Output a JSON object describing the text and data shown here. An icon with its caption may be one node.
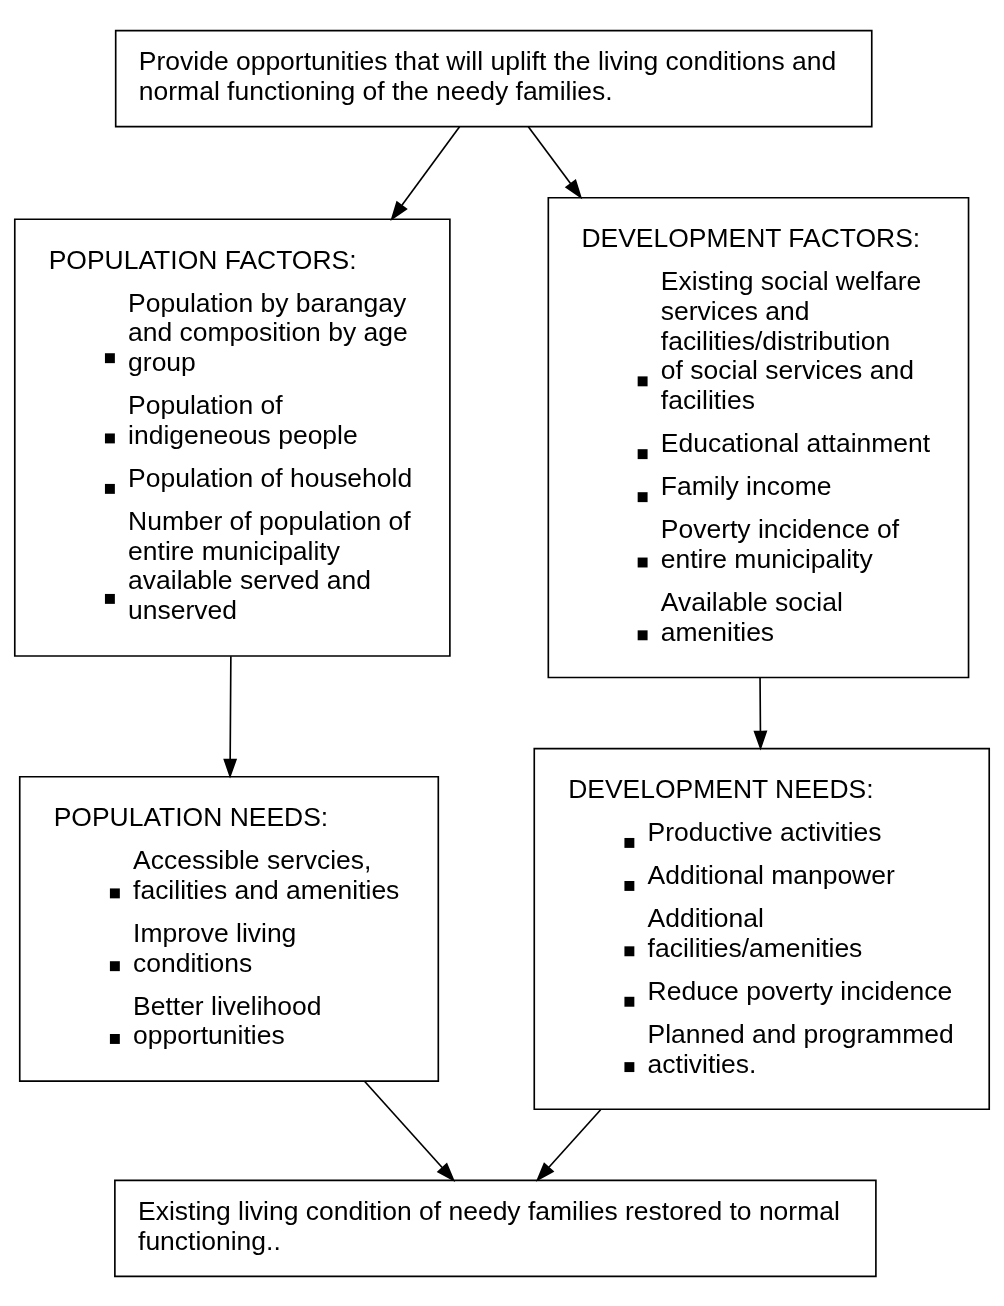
{
  "diagram": {
    "nodes": [
      {
        "text": [
          "Provide opportunities that will uplift the living conditions and normal functioning of the needy families."
        ]
      },
      {
        "text": [
          "POPULATION FACTORS:",
          "Population by barangay and composition by age group",
          "Population of indigeneous people",
          "Population of household",
          "Number of population of entire municipality available served and unserved"
        ]
      },
      {
        "text": [
          "DEVELOPMENT FACTORS:",
          "Existing social welfare services and facilities/distribution of social services and facilities",
          "Educational attainment",
          "Family income",
          "Poverty incidence of entire municipality",
          "Available social amenities"
        ]
      },
      {
        "text": [
          "POPULATION NEEDS:",
          "Accessible servcies, facilities and amenities",
          "Improve living conditions",
          "Better livelihood opportunities"
        ]
      },
      {
        "text": [
          "DEVELOPMENT NEEDS:",
          "Productive activities",
          "Additional manpower",
          "Additional facilities/amenities",
          "Reduce poverty incidence",
          "Planned and programmed activities."
        ]
      },
      {
        "text": [
          "Existing living condition of needy families restored to normal functioning.."
        ]
      }
    ],
    "edges": [
      {
        "from": 0,
        "to": 1,
        "arrow": "to"
      },
      {
        "from": 0,
        "to": 2,
        "arrow": "to"
      },
      {
        "from": 1,
        "to": 3,
        "arrow": "to"
      },
      {
        "from": 2,
        "to": 4,
        "arrow": "to"
      },
      {
        "from": 3,
        "to": 5,
        "arrow": "to"
      },
      {
        "from": 4,
        "to": 5,
        "arrow": "to"
      }
    ]
  }
}
